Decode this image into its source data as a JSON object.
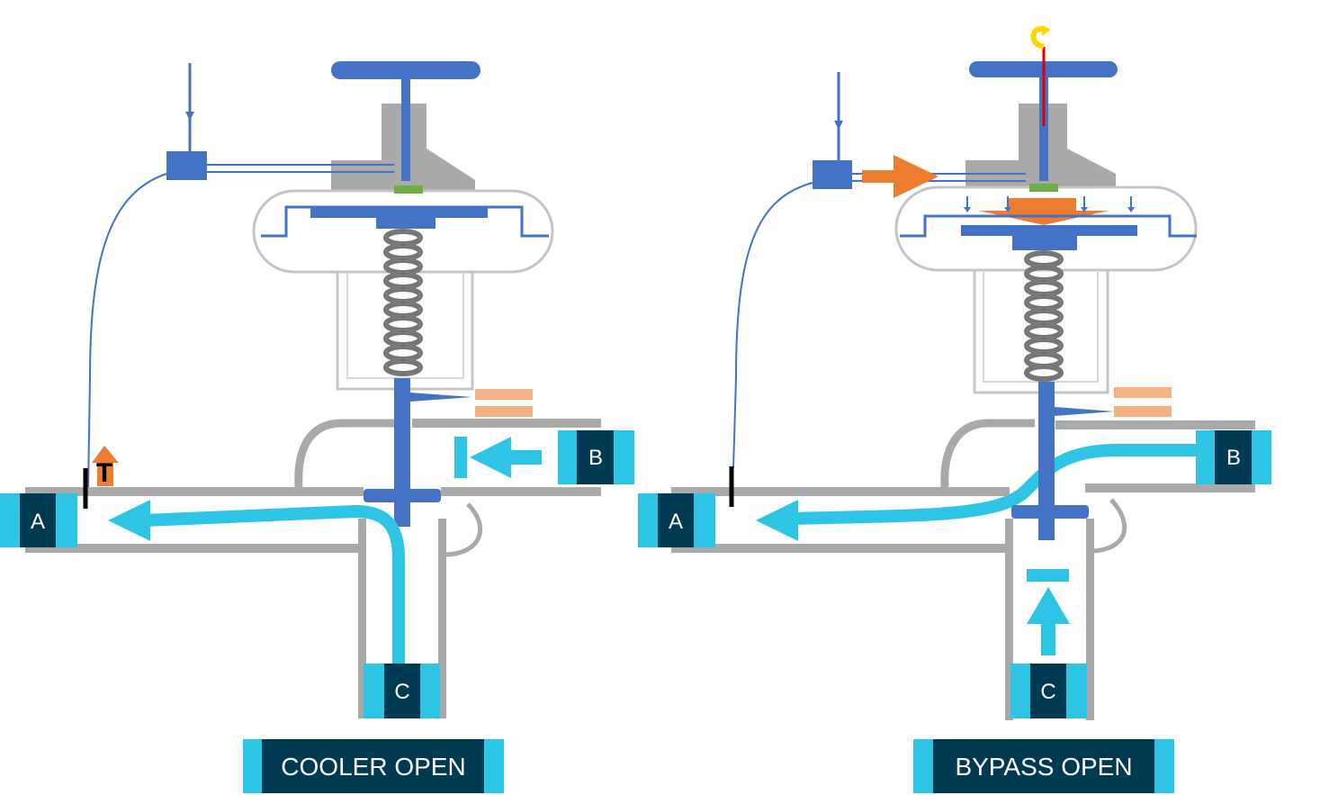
{
  "diagrams": [
    {
      "id": "cooler",
      "caption": "COOLER OPEN",
      "ports": {
        "a": "A",
        "b": "B",
        "c": "C"
      },
      "sensor_symbol": "T",
      "flow_path": "C-to-A"
    },
    {
      "id": "bypass",
      "caption": "BYPASS OPEN",
      "ports": {
        "a": "A",
        "b": "B",
        "c": "C"
      },
      "flow_path": "B-to-A"
    }
  ],
  "colors": {
    "fluid_flow": "#2ec4e6",
    "valve_parts": "#4472c4",
    "port_label_bg": "#003a52",
    "housing": "#a9a9a9",
    "actuator_force": "#ed7d31",
    "indicator_marks": "#f4b183",
    "seal": "#70ad47",
    "handwheel_turn": "#ffd500",
    "spindle_indicator": "#e00000"
  }
}
